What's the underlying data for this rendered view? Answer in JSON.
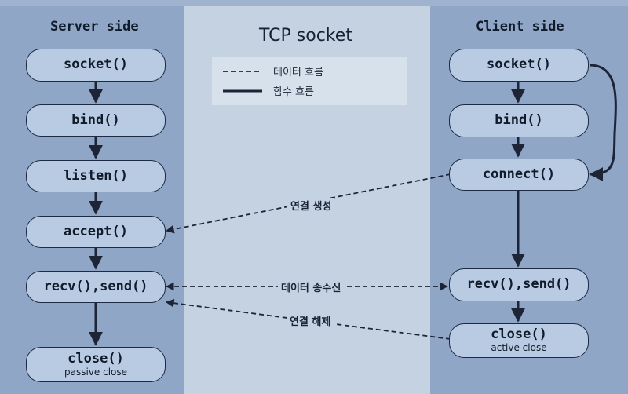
{
  "title": "TCP socket",
  "server": {
    "title": "Server side",
    "steps": [
      {
        "label": "socket()",
        "note": ""
      },
      {
        "label": "bind()",
        "note": ""
      },
      {
        "label": "listen()",
        "note": ""
      },
      {
        "label": "accept()",
        "note": ""
      },
      {
        "label": "recv(),send()",
        "note": ""
      },
      {
        "label": "close()",
        "note": "passive close"
      }
    ]
  },
  "client": {
    "title": "Client side",
    "steps": [
      {
        "label": "socket()",
        "note": ""
      },
      {
        "label": "bind()",
        "note": ""
      },
      {
        "label": "connect()",
        "note": ""
      },
      {
        "label": "recv(),send()",
        "note": ""
      },
      {
        "label": "close()",
        "note": "active close"
      }
    ]
  },
  "legend": {
    "data_flow": "데이터 흐름",
    "function_flow": "함수 흐름"
  },
  "edges": {
    "connection_setup": "연결 생성",
    "data_transfer": "데이터 송수신",
    "connection_teardown": "연결 해제"
  }
}
